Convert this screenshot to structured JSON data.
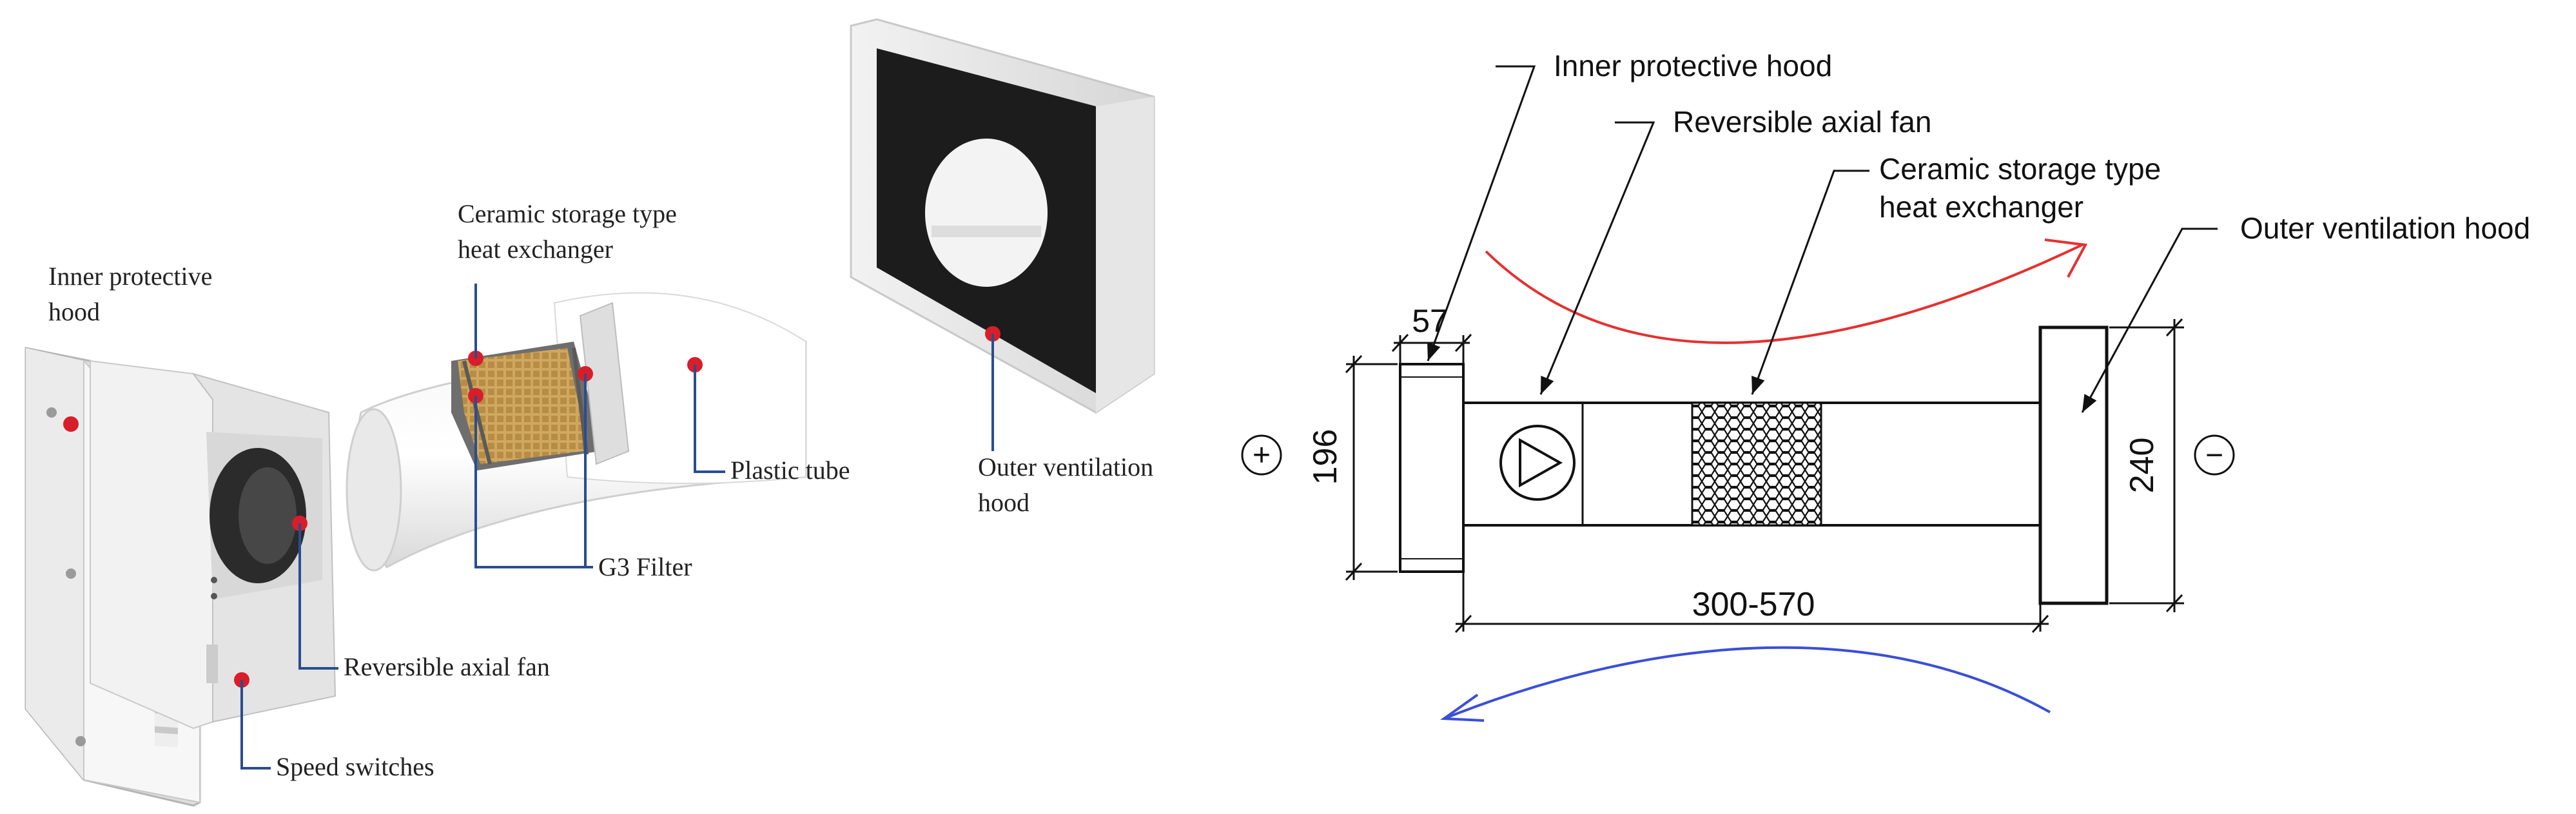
{
  "left_figure": {
    "labels": {
      "inner_hood_line1": "Inner protective",
      "inner_hood_line2": "hood",
      "ceramic_line1": "Ceramic storage type",
      "ceramic_line2": "heat exchanger",
      "plastic_tube": "Plastic tube",
      "outer_hood_line1": "Outer ventilation",
      "outer_hood_line2": "hood",
      "g3_filter": "G3 Filter",
      "axial_fan": "Reversible axial fan",
      "speed_switches": "Speed switches"
    },
    "colors": {
      "leader": "#2a4d8f",
      "marker": "#d81e2a",
      "filter": "#c9a35a"
    }
  },
  "right_figure": {
    "labels": {
      "inner_hood": "Inner protective hood",
      "axial_fan": "Reversible axial fan",
      "ceramic_line1": "Ceramic storage type",
      "ceramic_line2": "heat exchanger",
      "outer_hood": "Outer ventilation hood"
    },
    "dimensions": {
      "hood_depth": "57",
      "inner_height": "196",
      "outer_height": "240",
      "tube_length": "300-570"
    },
    "pressure_signs": {
      "left": "+",
      "right": "−"
    },
    "colors": {
      "supply_arrow": "#e53030",
      "exhaust_arrow": "#3a4fd8"
    }
  }
}
